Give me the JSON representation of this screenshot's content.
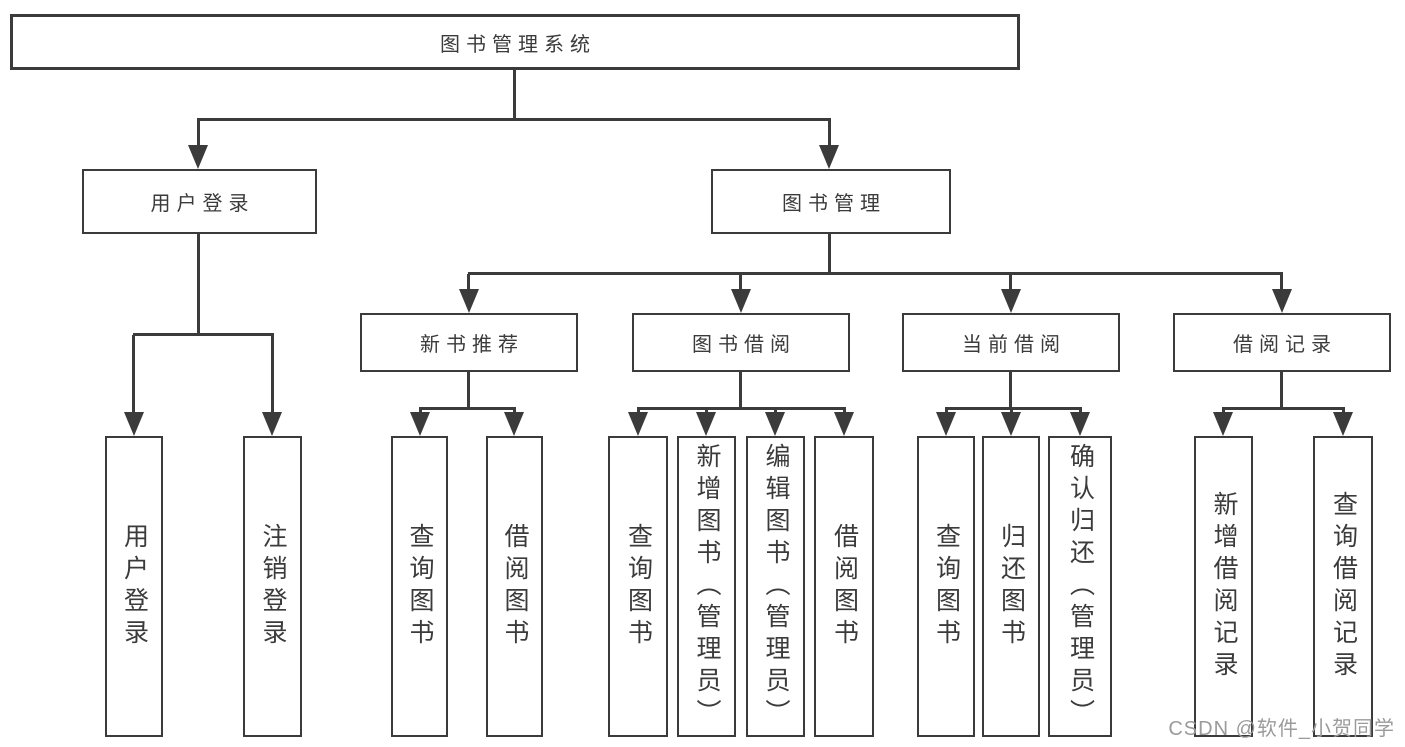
{
  "tree": {
    "root": "图书管理系统",
    "level2": {
      "user_login": "用户登录",
      "book_mgmt": "图书管理"
    },
    "level3": {
      "new_books": "新书推荐",
      "borrowing": "图书借阅",
      "current": "当前借阅",
      "records": "借阅记录"
    },
    "leaves": {
      "user_login": [
        "用户登录",
        "注销登录"
      ],
      "new_books": [
        "查询图书",
        "借阅图书"
      ],
      "borrowing": [
        "查询图书",
        "新增图书（管理员）",
        "编辑图书（管理员）",
        "借阅图书"
      ],
      "current": [
        "查询图书",
        "归还图书",
        "确认归还（管理员）"
      ],
      "records": [
        "新增借阅记录",
        "查询借阅记录"
      ]
    }
  },
  "watermark": "CSDN @软件_小贺同学",
  "colors": {
    "line": "#3b3b3b",
    "text": "#3b3b3b",
    "watermark": "#9b9b9b",
    "background": "#ffffff"
  }
}
